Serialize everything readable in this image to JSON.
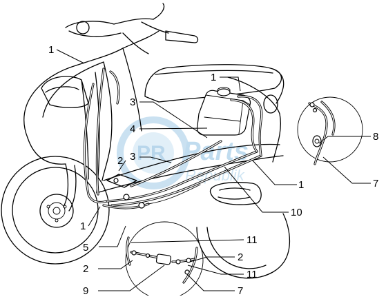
{
  "diagram": {
    "callouts": [
      {
        "id": "c1a",
        "label": "1"
      },
      {
        "id": "c1b",
        "label": "1"
      },
      {
        "id": "c1c",
        "label": "1"
      },
      {
        "id": "c1d",
        "label": "1"
      },
      {
        "id": "c2a",
        "label": "2"
      },
      {
        "id": "c2b",
        "label": "2"
      },
      {
        "id": "c2c",
        "label": "2"
      },
      {
        "id": "c3a",
        "label": "3"
      },
      {
        "id": "c3b",
        "label": "3"
      },
      {
        "id": "c4",
        "label": "4"
      },
      {
        "id": "c5",
        "label": "5"
      },
      {
        "id": "c7a",
        "label": "7"
      },
      {
        "id": "c7b",
        "label": "7"
      },
      {
        "id": "c8",
        "label": "8"
      },
      {
        "id": "c9",
        "label": "9"
      },
      {
        "id": "c10",
        "label": "10"
      },
      {
        "id": "c11a",
        "label": "11"
      },
      {
        "id": "c11b",
        "label": "11"
      }
    ],
    "watermark": "Parts Republik"
  }
}
